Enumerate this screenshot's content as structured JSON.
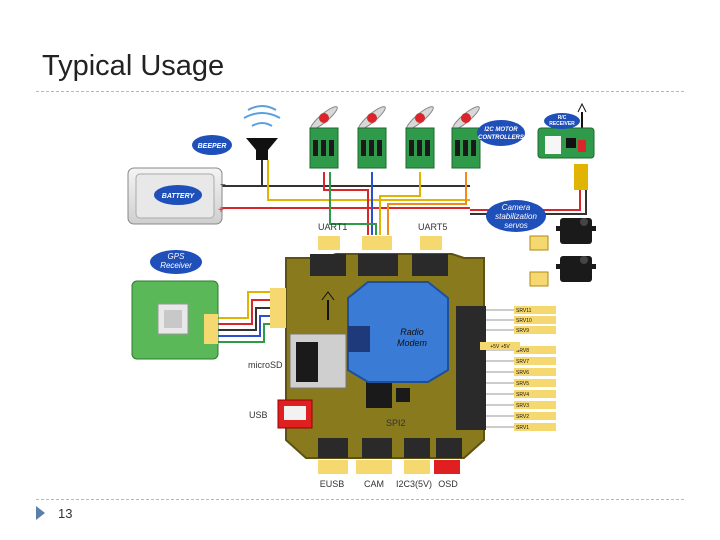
{
  "slide": {
    "title": "Typical Usage",
    "page_number": "13"
  },
  "diagram": {
    "beeper": "BEEPER",
    "battery": "BATTERY",
    "i2c_motor": [
      "I2C MOTOR",
      "CONTROLLERS"
    ],
    "rc_receiver": [
      "R/C",
      "RECEIVER"
    ],
    "gps": [
      "GPS",
      "Receiver"
    ],
    "camera": [
      "Camera",
      "stabilization",
      "servos"
    ],
    "radio_modem": [
      "Radio",
      "Modem"
    ],
    "uart1": "UART1",
    "uart5": "UART5",
    "microsd": "microSD",
    "usb": "USB",
    "spi2": "SPI2",
    "bottom_labels": [
      "EUSB",
      "CAM",
      "I2C3(5V)",
      "OSD"
    ],
    "battery_minus": "−",
    "battery_plus": "+",
    "pwr": "+5V  +5V",
    "srv_right": [
      "SRV11",
      "SRV10",
      "SRV9",
      "SRV8",
      "SRV7",
      "SRV6",
      "SRV5",
      "SRV4",
      "SRV3",
      "SRV2",
      "SRV1"
    ],
    "colors": {
      "board": "#8a7a1e",
      "board_dark": "#5e5212",
      "modem": "#3a7bd5",
      "bubble": "#1f4fb8",
      "pcb_green": "#2e9a4a",
      "wire_red": "#d8262a",
      "wire_blue": "#2a4fd0",
      "wire_yellow": "#e0b400",
      "wire_orange": "#f08a1c"
    }
  }
}
